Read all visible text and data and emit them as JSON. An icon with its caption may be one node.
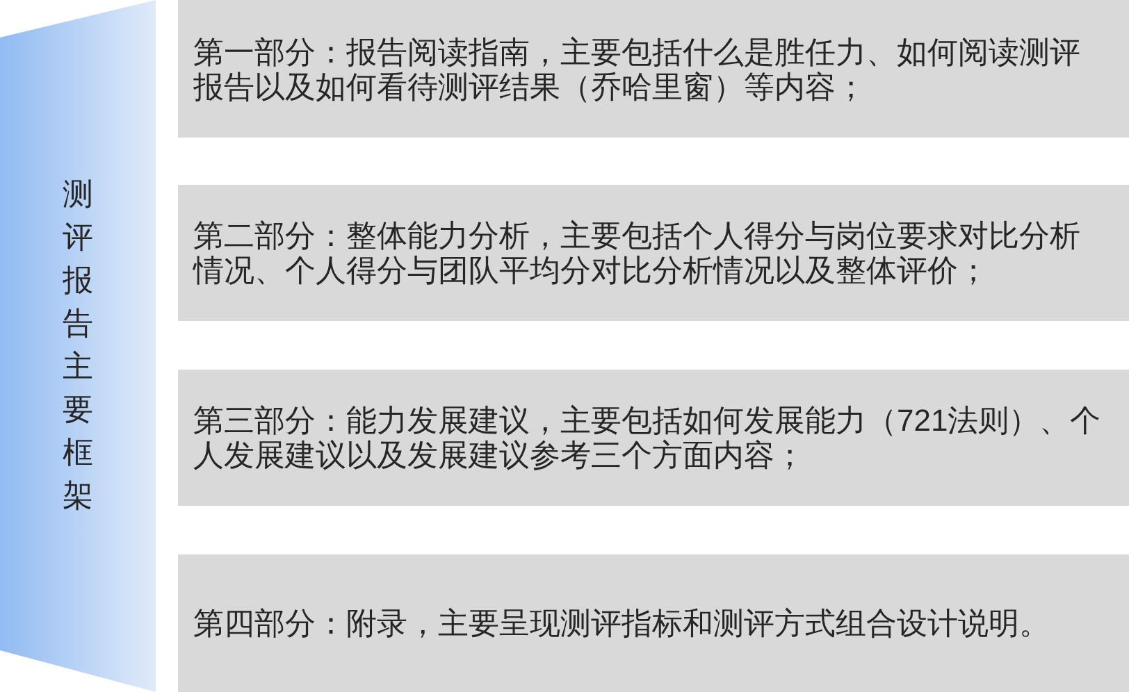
{
  "diagram": {
    "nodes": [
      {
        "text": [
          "测评报告主要框架"
        ]
      },
      {
        "text": [
          "第一部分：报告阅读指南，主要包括什么是胜任力、如何阅读测评报告以及如何看待测评结果（乔哈里窗）等内容；"
        ]
      },
      {
        "text": [
          "第二部分：整体能力分析，主要包括个人得分与岗位要求对比分析情况、个人得分与团队平均分对比分析情况以及整体评价；"
        ]
      },
      {
        "text": [
          "第三部分：能力发展建议，主要包括如何发展能力（721法则）、个人发展建议以及发展建议参考三个方面内容；"
        ]
      },
      {
        "text": [
          "第四部分：附录，主要呈现测评指标和测评方式组合设计说明。"
        ]
      }
    ]
  }
}
